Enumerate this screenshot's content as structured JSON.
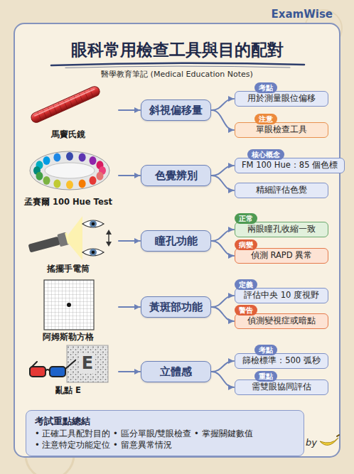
{
  "diagram": {
    "title": "眼科常用檢查工具與目的配對",
    "nodes": [
      {
        "text": [
          "馬竇氏鏡"
        ]
      },
      {
        "text": [
          "斜視偏移量"
        ]
      },
      {
        "text": [
          "考點",
          "用於測量眼位偏移"
        ]
      },
      {
        "text": [
          "注意",
          "單眼檢查工具"
        ]
      },
      {
        "text": [
          "孟賽爾 100 Hue Test"
        ]
      },
      {
        "text": [
          "色覺辨別"
        ]
      },
      {
        "text": [
          "核心概念",
          "FM 100 Hue：85 個色標"
        ]
      },
      {
        "text": [
          "精細評估色覺"
        ]
      },
      {
        "text": [
          "搖擺手電筒"
        ]
      },
      {
        "text": [
          "瞳孔功能"
        ]
      },
      {
        "text": [
          "正常",
          "兩眼瞳孔收縮一致"
        ]
      },
      {
        "text": [
          "病變",
          "偵測 RAPD 異常"
        ]
      },
      {
        "text": [
          "阿姆斯勒方格"
        ]
      },
      {
        "text": [
          "黃斑部功能"
        ]
      },
      {
        "text": [
          "定義",
          "評估中央 10 度視野"
        ]
      },
      {
        "text": [
          "警告",
          "偵測變視症或暗點"
        ]
      },
      {
        "text": [
          "亂點 E"
        ]
      },
      {
        "text": [
          "立體感"
        ]
      },
      {
        "text": [
          "考點",
          "篩檢標準：500 弧秒"
        ]
      },
      {
        "text": [
          "重點",
          "需雙眼協同評估"
        ]
      },
      {
        "text": [
          "考試重點總結",
          "• 正確工具配對目的 • 區分單眼/雙眼檢查 • 掌握關鍵數值",
          "• 注意特定功能定位 • 留意異常情況"
        ]
      }
    ],
    "edges": [
      {
        "from": 0,
        "to": 1,
        "arrow": "to"
      },
      {
        "from": 1,
        "to": 2,
        "arrow": "to"
      },
      {
        "from": 1,
        "to": 3,
        "arrow": "to"
      },
      {
        "from": 4,
        "to": 5,
        "arrow": "to"
      },
      {
        "from": 5,
        "to": 6,
        "arrow": "to"
      },
      {
        "from": 5,
        "to": 7,
        "arrow": "to"
      },
      {
        "from": 8,
        "to": 9,
        "arrow": "to"
      },
      {
        "from": 9,
        "to": 10,
        "arrow": "to"
      },
      {
        "from": 9,
        "to": 11,
        "arrow": "to"
      },
      {
        "from": 12,
        "to": 13,
        "arrow": "to"
      },
      {
        "from": 13,
        "to": 14,
        "arrow": "to"
      },
      {
        "from": 13,
        "to": 15,
        "arrow": "to"
      },
      {
        "from": 16,
        "to": 17,
        "arrow": "to"
      },
      {
        "from": 17,
        "to": 18,
        "arrow": "to"
      },
      {
        "from": 17,
        "to": 19,
        "arrow": "to"
      }
    ],
    "labels": [
      "ExamWise",
      "醫學教育筆記 (Medical Education Notes)",
      "E",
      "by"
    ]
  }
}
